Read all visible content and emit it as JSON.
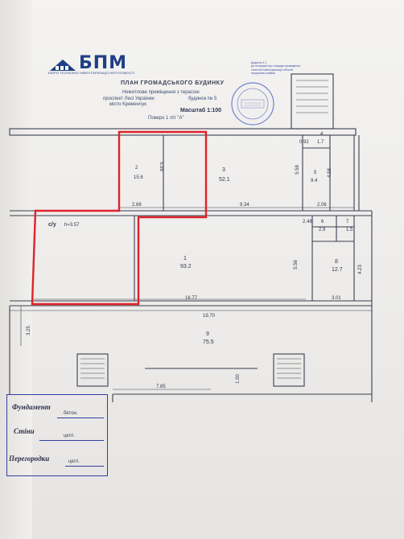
{
  "header": {
    "company_logo": "БПМ",
    "company_subtitle": "БЮРО ТЕХНІЧНОЇ ІНВЕНТАРИЗАЦІЇ НЕРУХОМОСТІ",
    "plan_title": "ПЛАН ГРОМАДСЬКОГО БУДИНКУ",
    "line1": "Нежитлове приміщення з терасою",
    "line2": "проспект Лесі Українки",
    "line3": "будинок № 5",
    "line4": "місто Кременчук",
    "scale": "Масштаб 1:100",
    "floor": "Поверх 1 літ \"А\""
  },
  "stamp": {
    "annex": "Додаток 4.1",
    "note": "до Інструкції про порядок проведення технічної інвентаризації об'єктів нерухомого майна"
  },
  "rooms": [
    {
      "num": "1",
      "area": "93.2"
    },
    {
      "num": "2",
      "area": "15.6"
    },
    {
      "num": "3",
      "area": "52.1"
    },
    {
      "num": "5",
      "area": "9.4"
    },
    {
      "num": "6",
      "area": "2.9"
    },
    {
      "num": "7",
      "area": "1.5"
    },
    {
      "num": "8",
      "area": "12.7"
    },
    {
      "num": "9",
      "area": "75.5"
    }
  ],
  "dimensions": {
    "d_598": "5.98",
    "d_268": "2.68",
    "d_934": "9.34",
    "d_206": "2.06",
    "d_558": "5.58",
    "d_458": "4.58",
    "d_092": "0.92",
    "d_17": "1.7",
    "d_248": "2.48",
    "d_556": "5.56",
    "d_423": "4.23",
    "d_1677": "16.77",
    "d_1970": "19.70",
    "d_301": "3.01",
    "d_325": "3.25",
    "d_785": "7.85",
    "d_100": "1.00",
    "d_h": "h=3.57",
    "c_u": "с/у",
    "n_4": "4"
  },
  "legend": {
    "foundation_label": "Фундамент",
    "foundation_value": "бетон.",
    "walls_label": "Стіни",
    "walls_value": "цегл.",
    "partitions_label": "Перегородки",
    "partitions_value": "цегл."
  },
  "colors": {
    "highlight": "#e0222b",
    "ink": "#3a3f4f",
    "blue": "#2f3fa0"
  }
}
